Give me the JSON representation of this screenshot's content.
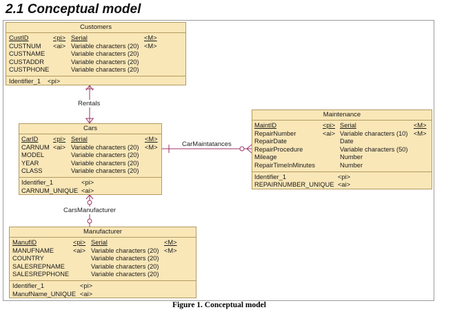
{
  "heading": "2.1  Conceptual model",
  "caption": "Figure 1. Conceptual model",
  "colors": {
    "entity_fill": "#f9e7b8",
    "entity_border": "#b39a5e",
    "connector": "#9c2f64"
  },
  "entities": {
    "customers": {
      "name": "Customers",
      "attributes": [
        {
          "name": "CustID",
          "key": "<pi>",
          "type": "Serial",
          "mand": "<M>",
          "underline": true
        },
        {
          "name": "CUSTNUM",
          "key": "<ai>",
          "type": "Variable characters (20)",
          "mand": "<M>",
          "underline": false
        },
        {
          "name": "CUSTNAME",
          "key": "",
          "type": "Variable characters (20)",
          "mand": "",
          "underline": false
        },
        {
          "name": "CUSTADDR",
          "key": "",
          "type": "Variable characters (20)",
          "mand": "",
          "underline": false
        },
        {
          "name": "CUSTPHONE",
          "key": "",
          "type": "Variable characters (20)",
          "mand": "",
          "underline": false
        }
      ],
      "identifiers": [
        {
          "name": "Identifier_1",
          "key": "<pi>"
        }
      ]
    },
    "cars": {
      "name": "Cars",
      "attributes": [
        {
          "name": "CarID",
          "key": "<pi>",
          "type": "Serial",
          "mand": "<M>",
          "underline": true
        },
        {
          "name": "CARNUM",
          "key": "<ai>",
          "type": "Variable characters (20)",
          "mand": "<M>",
          "underline": false
        },
        {
          "name": "MODEL",
          "key": "",
          "type": "Variable characters (20)",
          "mand": "",
          "underline": false
        },
        {
          "name": "YEAR",
          "key": "",
          "type": "Variable characters (20)",
          "mand": "",
          "underline": false
        },
        {
          "name": "CLASS",
          "key": "",
          "type": "Variable characters (20)",
          "mand": "",
          "underline": false
        }
      ],
      "identifiers": [
        {
          "name": "Identifier_1",
          "key": "<pi>"
        },
        {
          "name": "CARNUM_UNIQUE",
          "key": "<ai>"
        }
      ]
    },
    "maintenance": {
      "name": "Maintenance",
      "attributes": [
        {
          "name": "MaintID",
          "key": "<pi>",
          "type": "Serial",
          "mand": "<M>",
          "underline": true
        },
        {
          "name": "RepairNumber",
          "key": "<ai>",
          "type": "Variable characters (10)",
          "mand": "<M>",
          "underline": false
        },
        {
          "name": "RepairDate",
          "key": "",
          "type": "Date",
          "mand": "",
          "underline": false
        },
        {
          "name": "RepairProcedure",
          "key": "",
          "type": "Variable characters (50)",
          "mand": "",
          "underline": false
        },
        {
          "name": "Mileage",
          "key": "",
          "type": "Number",
          "mand": "",
          "underline": false
        },
        {
          "name": "RepairTimeInMinutes",
          "key": "",
          "type": "Number",
          "mand": "",
          "underline": false
        }
      ],
      "identifiers": [
        {
          "name": "Identifier_1",
          "key": "<pi>"
        },
        {
          "name": "REPAIRNUMBER_UNIQUE",
          "key": "<ai>"
        }
      ]
    },
    "manufacturer": {
      "name": "Manufacturer",
      "attributes": [
        {
          "name": "ManufID",
          "key": "<pi>",
          "type": "Serial",
          "mand": "<M>",
          "underline": true
        },
        {
          "name": "MANUFNAME",
          "key": "<ai>",
          "type": "Variable characters (20)",
          "mand": "<M>",
          "underline": false
        },
        {
          "name": "COUNTRY",
          "key": "",
          "type": "Variable characters (20)",
          "mand": "",
          "underline": false
        },
        {
          "name": "SALESREPNAME",
          "key": "",
          "type": "Variable characters (20)",
          "mand": "",
          "underline": false
        },
        {
          "name": "SALESREPPHONE",
          "key": "",
          "type": "Variable characters (20)",
          "mand": "",
          "underline": false
        }
      ],
      "identifiers": [
        {
          "name": "Identifier_1",
          "key": "<pi>"
        },
        {
          "name": "ManufName_UNIQUE",
          "key": "<ai>"
        }
      ]
    }
  },
  "relationships": {
    "rentals": "Rentals",
    "car_maintatances": "CarMaintatances",
    "cars_manufacturer": "CarsManufacturer"
  }
}
